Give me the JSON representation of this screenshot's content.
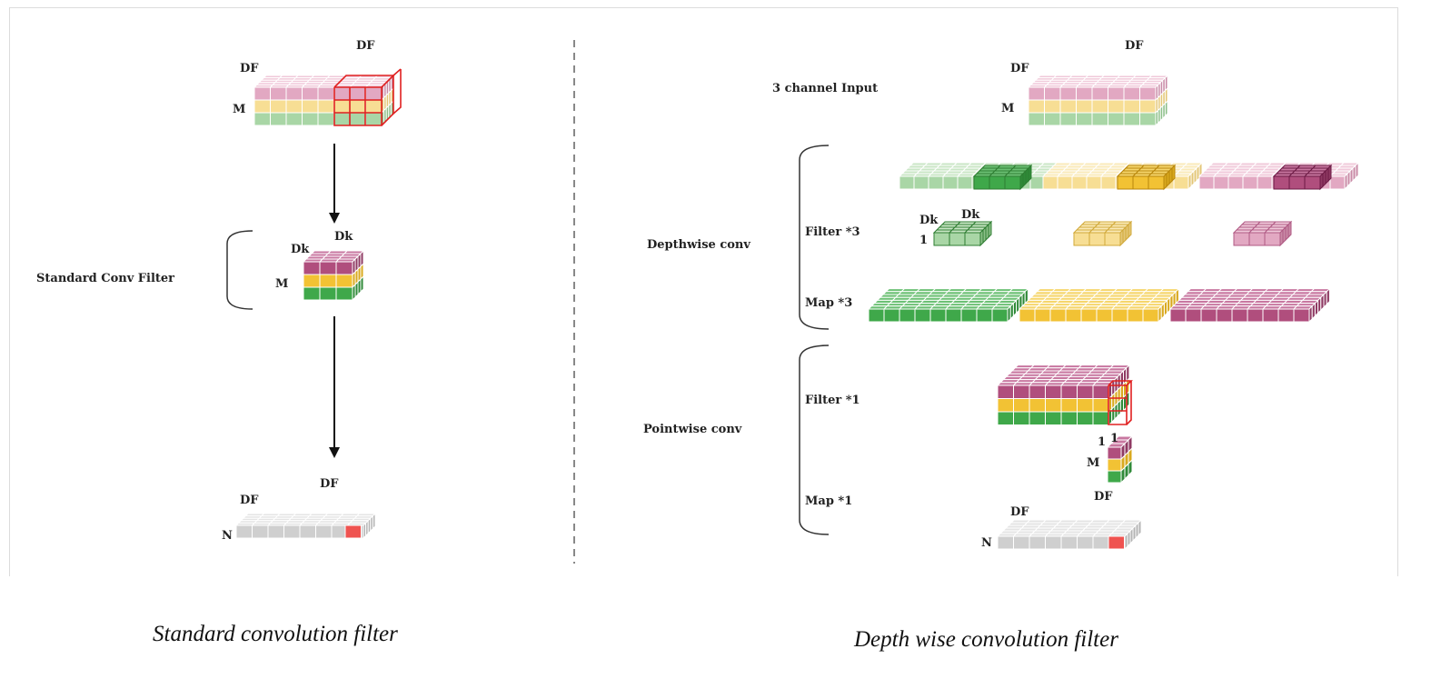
{
  "colors": {
    "pink": "#e2a8c2",
    "pink_side": "#c98aa6",
    "pink_top": "#f0c9da",
    "yellow": "#f7de94",
    "yellow_side": "#e3c676",
    "yellow_top": "#faeab8",
    "green": "#a9d6a6",
    "green_side": "#8cbf88",
    "green_top": "#c9e6c5",
    "dpink": "#b04e7d",
    "dpink_side": "#8f3a63",
    "dpink_top": "#c877a0",
    "dyellow": "#f2c234",
    "dyellow_side": "#d9a91e",
    "dyellow_top": "#f6d66c",
    "dgreen": "#3fa84a",
    "dgreen_side": "#2f8a38",
    "dgreen_top": "#6cc074",
    "gray": "#cfcfcf",
    "gray_side": "#b4b4b4",
    "gray_top": "#e4e4e4",
    "red": "#ef5350",
    "highlight": "#e02020"
  },
  "left": {
    "input": {
      "df_top": "DF",
      "df_side": "DF",
      "m": "M"
    },
    "filter": {
      "label": "Standard Conv Filter",
      "dk_top": "Dk",
      "dk_side": "Dk",
      "m": "M"
    },
    "output": {
      "df_top": "DF",
      "df_side": "DF",
      "n": "N"
    }
  },
  "right": {
    "input": {
      "label": "3 channel Input",
      "df_top": "DF",
      "df_side": "DF",
      "m": "M"
    },
    "depthwise": {
      "label": "Depthwise conv",
      "filter_label": "Filter *3",
      "map_label": "Map *3",
      "dk_side": "Dk",
      "dk_top": "Dk",
      "one": "1"
    },
    "pointwise": {
      "label": "Pointwise conv",
      "filter_label": "Filter *1",
      "map_label": "Map *1",
      "one_a": "1",
      "one_b": "1",
      "m": "M",
      "df_top": "DF",
      "df_side": "DF",
      "n": "N"
    }
  },
  "captions": {
    "left": "Standard convolution filter",
    "right": "Depth wise convolution filter"
  }
}
